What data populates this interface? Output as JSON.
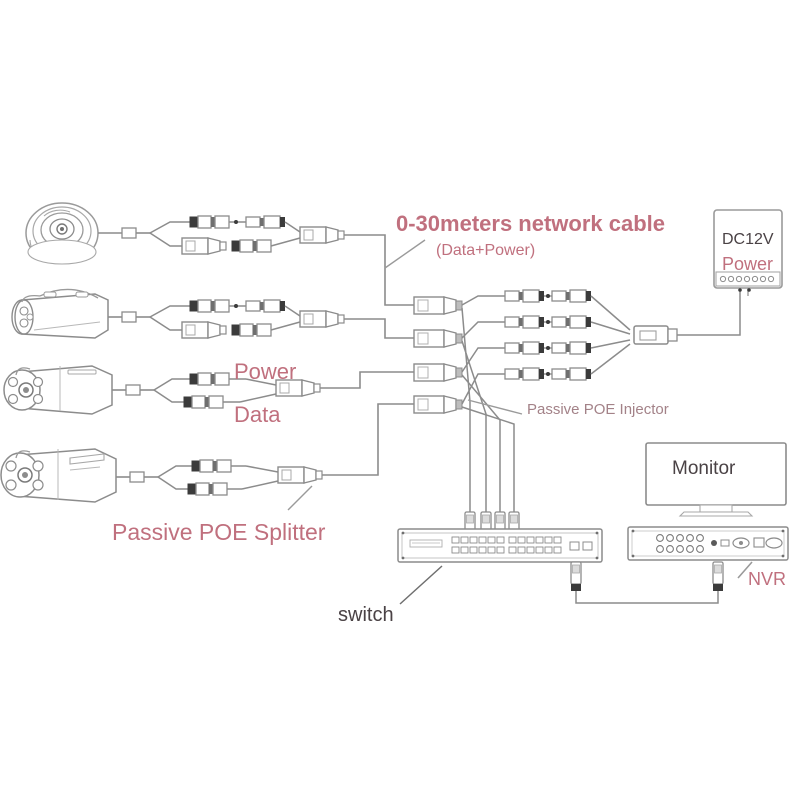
{
  "diagram": {
    "title": "Passive POE IP Camera Network Wiring Diagram",
    "colors": {
      "pink": "#c0707e",
      "dark_text": "#4a4245",
      "muted_pink": "#a38288",
      "line": "#8c8c8c",
      "line_light": "#b0b0b0",
      "fill_white": "#ffffff",
      "connector_dark": "#3b3b3b",
      "background": "#ffffff"
    },
    "labels": {
      "network_cable": "0-30meters network cable",
      "network_cable_sub": "(Data+Power)",
      "power": "Power",
      "data": "Data",
      "passive_poe_splitter": "Passive POE Splitter",
      "passive_poe_injector": "Passive POE Injector",
      "switch": "switch",
      "nvr": "NVR",
      "monitor": "Monitor",
      "dc_label": "DC12V",
      "dc_power": "Power"
    },
    "devices": {
      "cameras": [
        {
          "name": "dome-camera",
          "type": "dome"
        },
        {
          "name": "bullet-camera-1",
          "type": "bullet"
        },
        {
          "name": "bullet-camera-2",
          "type": "bullet"
        },
        {
          "name": "bullet-camera-3",
          "type": "bullet"
        }
      ],
      "splitters_count": 4,
      "injectors_count": 4,
      "switch_uplink_cables": 4,
      "power_supply": {
        "name": "dc12v-power-supply",
        "terminals": 8
      },
      "switch": {
        "name": "poe-switch",
        "port_groups": 4,
        "ports_per_group": 6,
        "port_rows": 2,
        "extra_ports": 2
      },
      "nvr": {
        "name": "nvr-recorder",
        "bnc_rows": 2,
        "bnc_per_row": 5
      },
      "monitor": {
        "name": "monitor-display"
      }
    }
  }
}
